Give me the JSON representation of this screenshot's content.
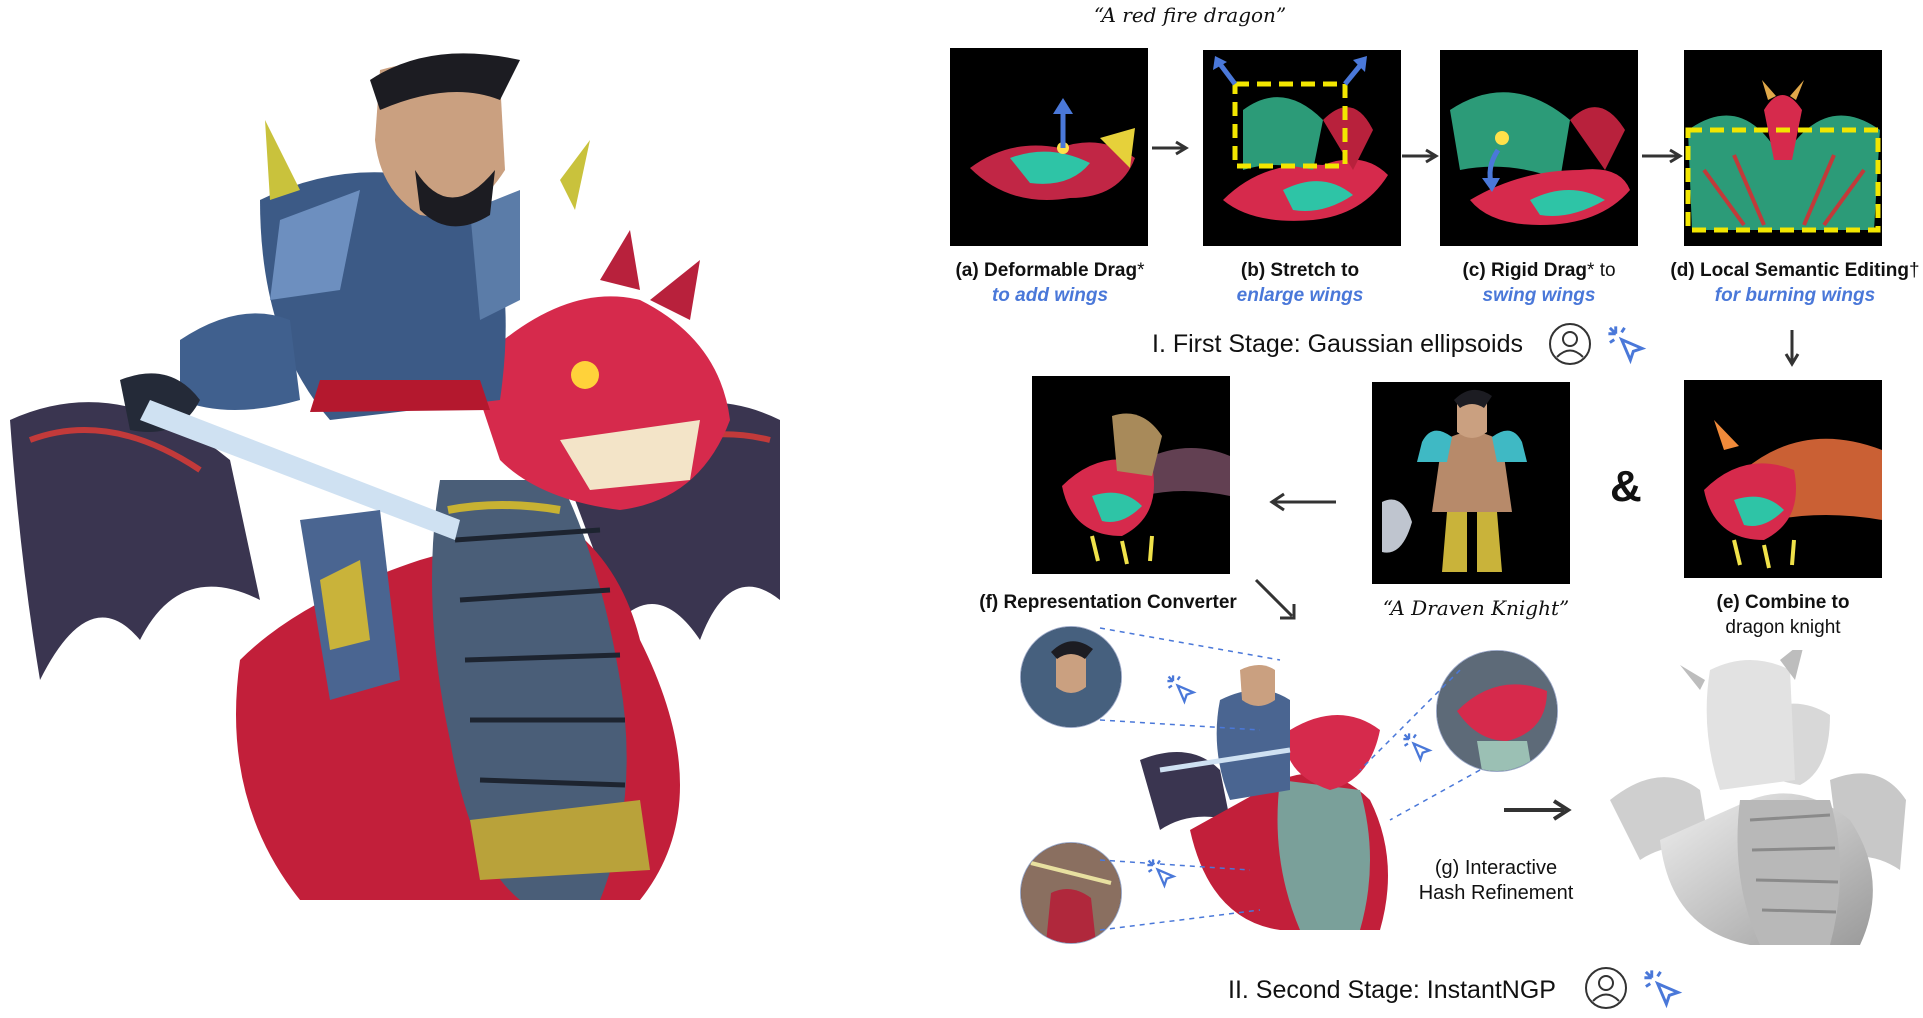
{
  "prompts": {
    "dragon": "“A red fire dragon”",
    "knight": "“A Draven Knight”"
  },
  "steps": [
    {
      "id": "a",
      "title": "(a) Deformable Drag",
      "mark": "*",
      "subtitle": "to add wings"
    },
    {
      "id": "b",
      "title": "(b) Stretch to",
      "mark": "",
      "subtitle": "enlarge wings"
    },
    {
      "id": "c",
      "title": "(c) Rigid Drag",
      "mark": "* to",
      "subtitle": "swing wings"
    },
    {
      "id": "d",
      "title": "(d) Local Semantic Editing",
      "mark": "†",
      "subtitle": "for burning wings"
    },
    {
      "id": "e",
      "title": "(e) Combine to",
      "mark": "",
      "subtitle": "dragon knight"
    },
    {
      "id": "f",
      "title": "(f) Representation  Converter",
      "mark": "",
      "subtitle": ""
    },
    {
      "id": "g",
      "title": "(g) Interactive",
      "mark": "",
      "subtitle": "Hash Refinement"
    }
  ],
  "stages": {
    "first": "I. First Stage: Gaussian ellipsoids",
    "second": "II. Second Stage: InstantNGP"
  },
  "combine_symbol": "&",
  "icons": [
    "user-icon",
    "click-cursor-icon",
    "arrow-icon"
  ],
  "colors": {
    "accent_blue": "#4a78d9",
    "box_yellow": "#f2e600",
    "dragon_red": "#d8264a",
    "dragon_teal": "#2ec4a6"
  }
}
